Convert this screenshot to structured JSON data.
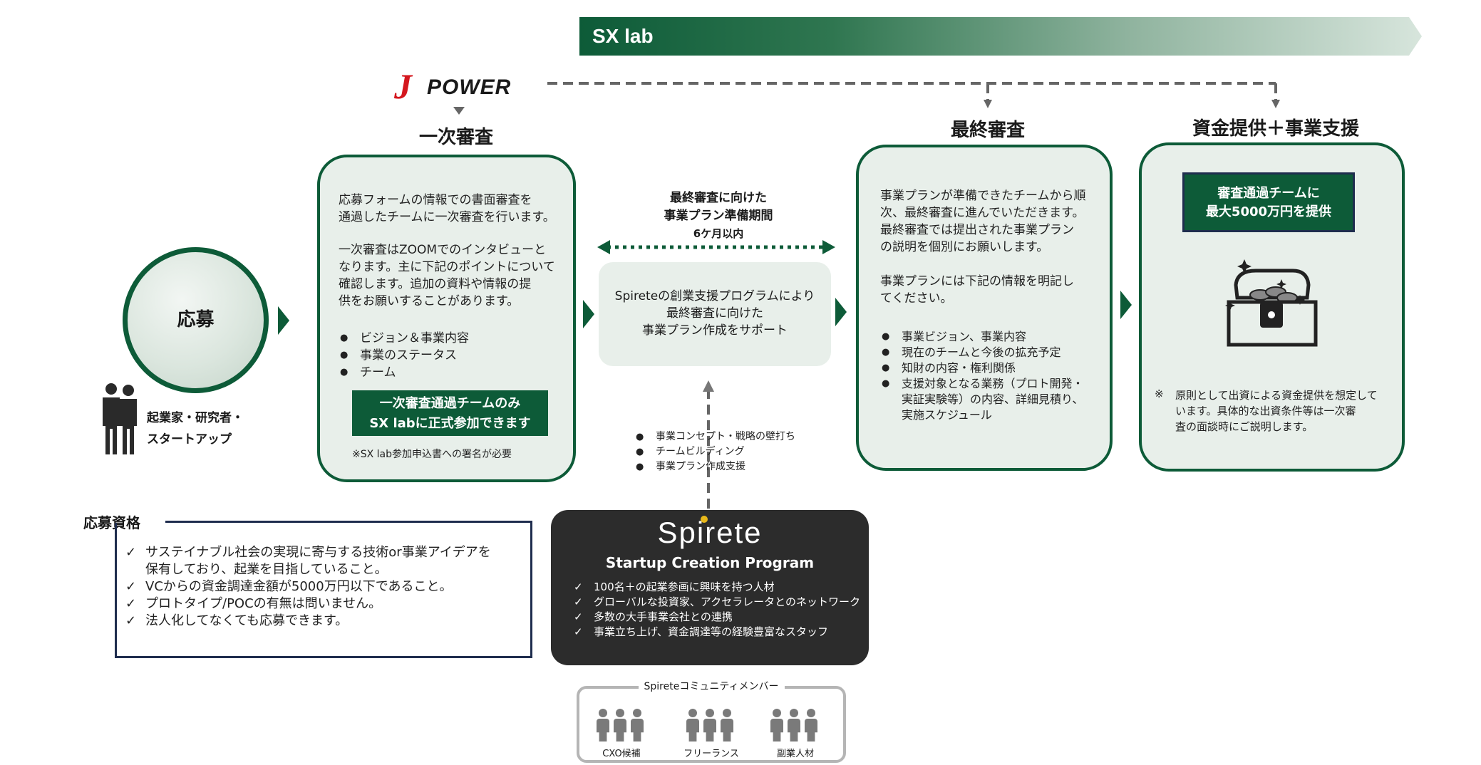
{
  "banner": {
    "title": "SX lab"
  },
  "logo": {
    "mark": "J",
    "word": "POWER"
  },
  "apply": {
    "circle_label": "応募",
    "people_label": [
      "起業家・研究者・",
      "スタートアップ"
    ]
  },
  "screening1": {
    "title": "一次審査",
    "para1": [
      "応募フォームの情報での書面審査を",
      "通過したチームに一次審査を行います。"
    ],
    "para2": [
      "一次審査はZOOMでのインタビューと",
      "なります。主に下記のポイントについて",
      "確認します。追加の資料や情報の提",
      "供をお願いすることがあります。"
    ],
    "bullets": [
      "ビジョン＆事業内容",
      "事業のステータス",
      "チーム"
    ],
    "green_box": [
      "一次審査通過チームのみ",
      "SX labに正式参加できます"
    ],
    "note": "※SX lab参加申込書への署名が必要"
  },
  "prep": {
    "heading": [
      "最終審査に向けた",
      "事業プラン準備期間"
    ],
    "duration": "6ケ月以内",
    "box_text": [
      "Spireteの創業支援プログラムにより",
      "最終審査に向けた",
      "事業プラン作成をサポート"
    ],
    "support_bullets": [
      "事業コンセプト・戦略の壁打ち",
      "チームビルディング",
      "事業プラン作成支援"
    ]
  },
  "final": {
    "title": "最終審査",
    "para1": [
      "事業プランが準備できたチームから順",
      "次、最終審査に進んでいただきます。",
      "最終審査では提出された事業プラン",
      "の説明を個別にお願いします。"
    ],
    "para2": [
      "事業プランには下記の情報を明記し",
      "てください。"
    ],
    "bullets": [
      "事業ビジョン、事業内容",
      "現在のチームと今後の拡充予定",
      "知財の内容・権利関係",
      "支援対象となる業務（プロト開発・"
    ],
    "bullet_cont": [
      "実証実験等）の内容、詳細見積り、",
      "実施スケジュール"
    ]
  },
  "funding": {
    "title": "資金提供＋事業支援",
    "box": [
      "審査通過チームに",
      "最大5000万円を提供"
    ],
    "note_mark": "※",
    "note": [
      "原則として出資による資金提供を想定して",
      "います。具体的な出資条件等は一次審",
      "査の面談時にご説明します。"
    ]
  },
  "qualification": {
    "title": "応募資格",
    "items": [
      [
        "サステイナブル社会の実現に寄与する技術or事業アイデアを",
        "保有しており、起業を目指していること。"
      ],
      [
        "VCからの資金調達金額が5000万円以下であること。"
      ],
      [
        "プロトタイプ/POCの有無は問いません。"
      ],
      [
        "法人化してなくても応募できます。"
      ]
    ]
  },
  "spirete": {
    "logo": "Spirete",
    "subtitle": "Startup Creation Program",
    "items": [
      "100名＋の起業参画に興味を持つ人材",
      "グローバルな投資家、アクセラレータとのネットワーク",
      "多数の大手事業会社との連携",
      "事業立ち上げ、資金調達等の経験豊富なスタッフ"
    ]
  },
  "community": {
    "title": "Spireteコミュニティメンバー",
    "groups": [
      "CXO候補",
      "フリーランス",
      "副業人材"
    ]
  },
  "colors": {
    "primary_green": "#0d5b38",
    "panel_bg": "#e8efea",
    "navy": "#1f2d4e",
    "dark": "#2c2c2c"
  }
}
